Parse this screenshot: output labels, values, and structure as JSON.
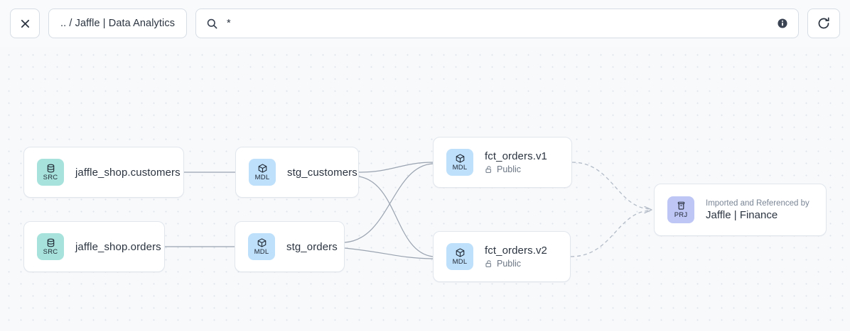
{
  "toolbar": {
    "close_icon": "close-icon",
    "breadcrumb": ".. / Jaffle | Data Analytics",
    "search": {
      "icon": "search-icon",
      "value": "*",
      "placeholder": "*",
      "info_icon": "info-icon"
    },
    "refresh_icon": "refresh-icon"
  },
  "canvas": {
    "nodes": [
      {
        "id": "src-customers",
        "badge_kind": "SRC",
        "badge_icon": "database-icon",
        "title": "jaffle_shop.customers",
        "subtitle": null,
        "caption": null
      },
      {
        "id": "src-orders",
        "badge_kind": "SRC",
        "badge_icon": "database-icon",
        "title": "jaffle_shop.orders",
        "subtitle": null,
        "caption": null
      },
      {
        "id": "mdl-stg-customers",
        "badge_kind": "MDL",
        "badge_icon": "cube-icon",
        "title": "stg_customers",
        "subtitle": null,
        "caption": null
      },
      {
        "id": "mdl-stg-orders",
        "badge_kind": "MDL",
        "badge_icon": "cube-icon",
        "title": "stg_orders",
        "subtitle": null,
        "caption": null
      },
      {
        "id": "mdl-fct-orders-v1",
        "badge_kind": "MDL",
        "badge_icon": "cube-icon",
        "title": "fct_orders.v1",
        "subtitle": "Public",
        "subtitle_icon": "unlock-icon",
        "caption": null
      },
      {
        "id": "mdl-fct-orders-v2",
        "badge_kind": "MDL",
        "badge_icon": "cube-icon",
        "title": "fct_orders.v2",
        "subtitle": "Public",
        "subtitle_icon": "unlock-icon",
        "caption": null
      },
      {
        "id": "prj-jaffle-finance",
        "badge_kind": "PRJ",
        "badge_icon": "archive-box-icon",
        "caption": "Imported and Referenced by",
        "title": "Jaffle | Finance",
        "subtitle": null
      }
    ]
  },
  "colors": {
    "badge_src": "#a7e3dc",
    "badge_mdl": "#bfe0fa",
    "badge_prj": "#bec6f5",
    "node_border": "#e1e6ed",
    "canvas_bg": "#f7f9fb",
    "edge": "#9aa3b0",
    "toolbar_bg": "#f8fafc"
  }
}
